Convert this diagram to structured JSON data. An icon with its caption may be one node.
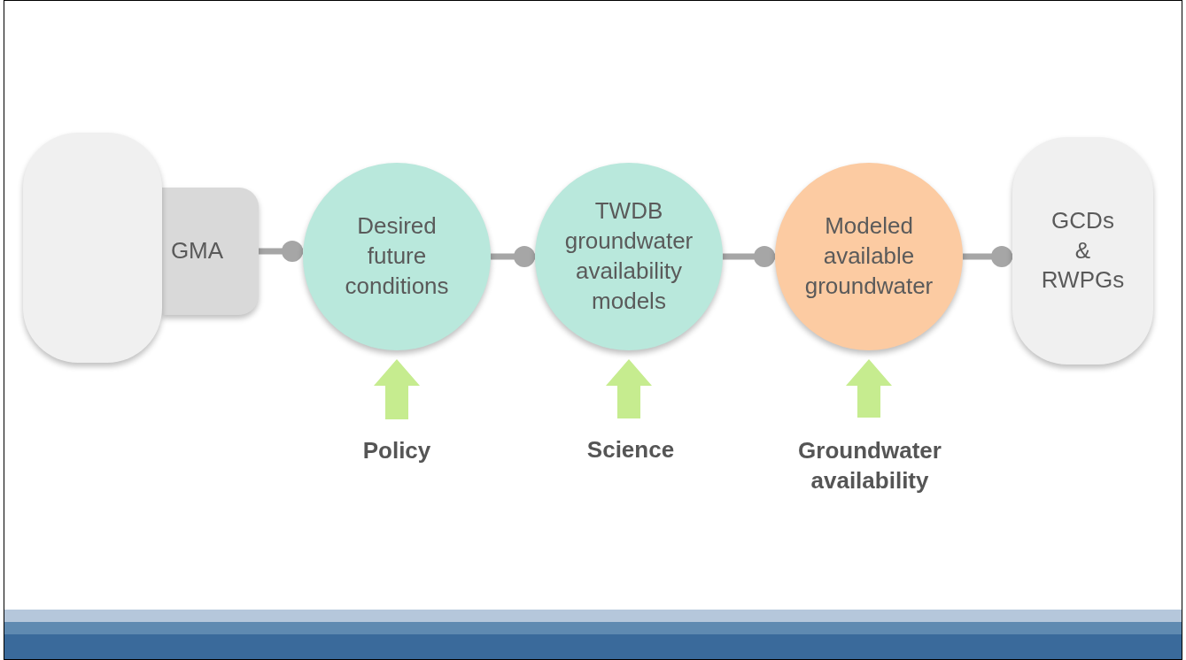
{
  "diagram": {
    "nodes": [
      {
        "text": [],
        "shape": "box"
      },
      {
        "text": [
          "GMA"
        ]
      },
      {
        "text": [
          "Desired future conditions"
        ]
      },
      {
        "text": [
          "TWDB groundwater availability models"
        ]
      },
      {
        "text": [
          "Modeled available groundwater"
        ]
      },
      {
        "text": [
          "GCDs & RWPGs"
        ]
      },
      {
        "text": [
          "Policy"
        ]
      },
      {
        "text": [
          "Science"
        ]
      },
      {
        "text": [
          "Groundwater availability"
        ]
      }
    ],
    "edges": [
      {
        "from": 1,
        "to": 2,
        "arrow": "other"
      },
      {
        "from": 2,
        "to": 3,
        "arrow": "other"
      },
      {
        "from": 3,
        "to": 4,
        "arrow": "other"
      },
      {
        "from": 4,
        "to": 5,
        "arrow": "other"
      },
      {
        "from": 6,
        "to": 2,
        "arrow": "to",
        "style": "thick",
        "color": "#c6ec8f"
      },
      {
        "from": 7,
        "to": 3,
        "arrow": "to",
        "style": "thick",
        "color": "#c6ec8f"
      },
      {
        "from": 8,
        "to": 4,
        "arrow": "to",
        "style": "thick",
        "color": "#c6ec8f"
      }
    ]
  }
}
